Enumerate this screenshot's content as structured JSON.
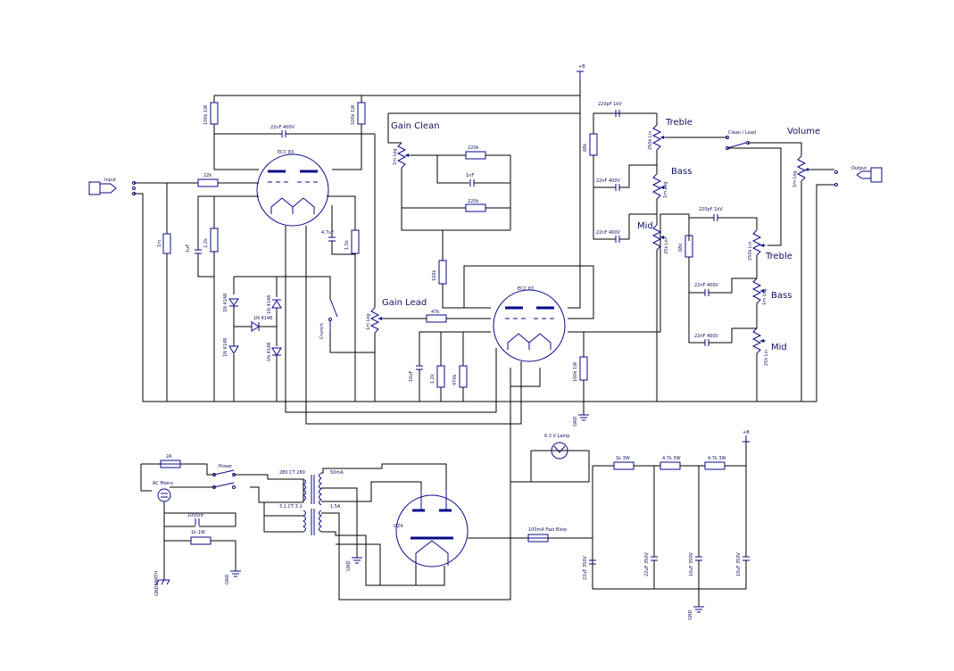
{
  "schematic": {
    "input_label": "Input",
    "output_label": "Output",
    "power_switch": "Power",
    "ac_mains": "AC Mains",
    "fuse": "2A",
    "mains_cap": "1000nF",
    "mains_res": "1k 1W",
    "gnd_earth": "GNDEARTH",
    "gnd": "GND",
    "b_plus": "+B",
    "tube_v1": "ECC 83",
    "tube_v2": "ECC 83",
    "rectifier": "GZ4",
    "lamp": "6.3 V Lamp",
    "fuse_hv": "100mA Fast Blow",
    "xfmr_primary": "280 CT 280",
    "xfmr_50ma": "50mA",
    "xfmr_heater": "3.1 CT 3.1",
    "xfmr_15a": "1.5A",
    "gain_clean": "Gain Clean",
    "gain_lead": "Gain Lead",
    "treble_a": "Treble",
    "bass_a": "Bass",
    "mid_a": "Mid",
    "treble_b": "Treble",
    "bass_b": "Bass",
    "mid_b": "Mid",
    "volume": "Volume",
    "clean_lead": "Clean / Lead",
    "crunch": "Crunch",
    "r_22k_in": "22k",
    "r_1m_in": "1m",
    "r_22k_cath": "2,2k",
    "c_1uf": "1uF",
    "c_4u7": "4.7uF",
    "r_15k": "1,5k",
    "r_100k_a": "100k 1W",
    "r_100k_b": "100k 1W",
    "c_22n_top": "22nF 400V",
    "pot_1m_log": "1m Log",
    "r_220k_a": "220k",
    "r_220k_b": "220k",
    "c_1nf": "1nF",
    "r_100k_c": "100k",
    "d_a": "1N 4148",
    "d_b": "1N 4148",
    "d_c": "1N 4148",
    "d_d": "1N 4148",
    "d_e": "1N 4148",
    "pot_1m_log_b": "1m Log",
    "r_47k": "47k",
    "c_10uf": "10uF",
    "r_1k2": "1,2k",
    "r_470k": "470k",
    "r_100k_1w_c": "100k 1W",
    "c_220pf_a": "220pF 1kV",
    "r_68k_a": "68k",
    "pot_250k_a": "250k Lin",
    "c_22n_a1": "22nF 400V",
    "pot_1m_a": "1m Log",
    "c_22n_a2": "22nF 400V",
    "pot_25k_a": "25k Lin",
    "pot_1m_vol": "1m Log",
    "c_220pf_b": "220pF 1kV",
    "r_68k_b": "68k",
    "pot_250k_b": "250k Lin",
    "c_22n_b1": "22nF 400V",
    "pot_1m_b": "1m Log",
    "c_22n_b2": "22nF 400V",
    "pot_25k_b": "25k Lin",
    "r_1k_3w": "1k 3W",
    "r_47k_3w_a": "4.7k 3W",
    "r_47k_3w_b": "4.7k 3W",
    "c_22u_a": "22uF 350V",
    "c_22u_b": "22uF 350V",
    "c_10u_a": "10uF 350V",
    "c_10u_b": "10uF 350V"
  },
  "colors": {
    "wire": "#000000",
    "component": "#0a0a8a",
    "label": "#101060",
    "background": "#ffffff"
  }
}
